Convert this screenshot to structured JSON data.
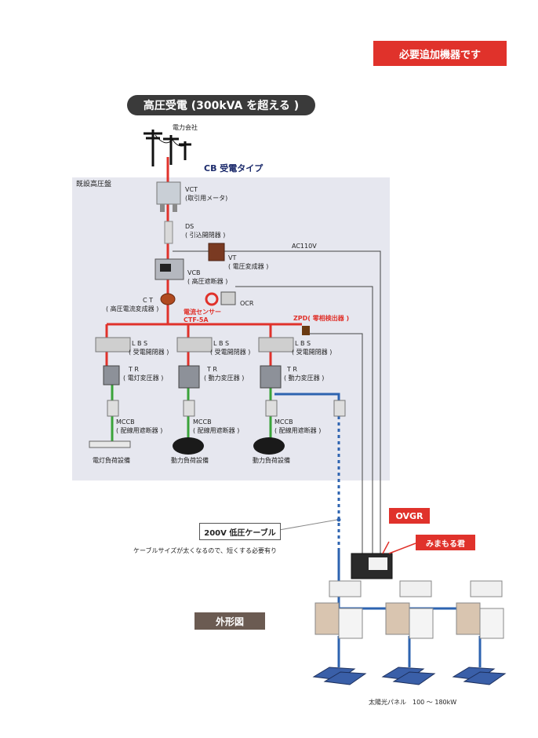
{
  "badge_required": "必要追加機器です",
  "title": "高圧受電 (300kVA を超える )",
  "power_company": "電力会社",
  "cb_type": "CB 受電タイプ",
  "panel_label": "既設高圧盤",
  "vct": {
    "name": "VCT",
    "desc": "(取引用メータ)"
  },
  "ds": {
    "name": "DS",
    "desc": "( 引込開閉器 )"
  },
  "vt": {
    "name": "VT",
    "desc": "( 電圧変成器 )"
  },
  "ac110v": "AC110V",
  "vcb": {
    "name": "VCB",
    "desc": "( 高圧遮断器 )"
  },
  "ct": {
    "name": "C T",
    "desc": "( 高圧電流変成器 )"
  },
  "ocr": "OCR",
  "sensor": {
    "name": "電流センサー",
    "model": "CTF-5A"
  },
  "zpd": "ZPD( 零相検出器 )",
  "branches": [
    {
      "lbs": "L B S",
      "lbs_desc": "( 受電開閉器 )",
      "tr": "T R",
      "tr_desc": "( 電灯変圧器 )",
      "mccb": "MCCB",
      "mccb_desc": "( 配線用遮断器 )",
      "load": "電灯負荷設備"
    },
    {
      "lbs": "L B S",
      "lbs_desc": "( 受電開閉器 )",
      "tr": "T R",
      "tr_desc": "( 動力変圧器 )",
      "mccb": "MCCB",
      "mccb_desc": "( 配線用遮断器 )",
      "load": "動力負荷設備"
    },
    {
      "lbs": "L B S",
      "lbs_desc": "( 受電開閉器 )",
      "tr": "T R",
      "tr_desc": "( 動力変圧器 )",
      "mccb": "MCCB",
      "mccb_desc": "( 配線用遮断器 )",
      "load": "動力負荷設備"
    }
  ],
  "cable": "200V 低圧ケーブル",
  "cable_note": "ケーブルサイズが太くなるので、短くする必要有り",
  "ovgr": "OVGR",
  "mimamoru": "みまもる君",
  "exterior": "外形図",
  "solar": "太陽光パネル　100 ～ 180kW",
  "colors": {
    "red": "#e0322b",
    "green": "#3aa33a",
    "blue": "#2d63b0",
    "panel_bg": "#e6e7ef",
    "navy": "#1b2a6b"
  }
}
